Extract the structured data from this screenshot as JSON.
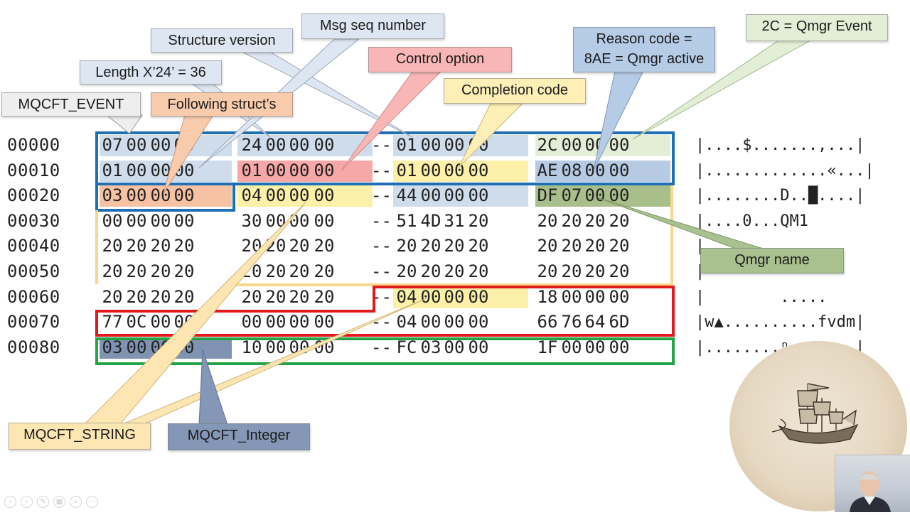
{
  "hex_dump": {
    "rows": [
      {
        "offset": "00000",
        "bytes": [
          "07",
          "00",
          "00",
          "00",
          "24",
          "00",
          "00",
          "00",
          "01",
          "00",
          "00",
          "00",
          "2C",
          "00",
          "00",
          "00"
        ],
        "ascii": "|....$.......,...|"
      },
      {
        "offset": "00010",
        "bytes": [
          "01",
          "00",
          "00",
          "00",
          "01",
          "00",
          "00",
          "00",
          "01",
          "00",
          "00",
          "00",
          "AE",
          "08",
          "00",
          "00"
        ],
        "ascii": "|.............«...|"
      },
      {
        "offset": "00020",
        "bytes": [
          "03",
          "00",
          "00",
          "00",
          "04",
          "00",
          "00",
          "00",
          "44",
          "00",
          "00",
          "00",
          "DF",
          "07",
          "00",
          "00"
        ],
        "ascii": "|........D..█....|"
      },
      {
        "offset": "00030",
        "bytes": [
          "00",
          "00",
          "00",
          "00",
          "30",
          "00",
          "00",
          "00",
          "51",
          "4D",
          "31",
          "20",
          "20",
          "20",
          "20",
          "20"
        ],
        "ascii": "|....0...QM1"
      },
      {
        "offset": "00040",
        "bytes": [
          "20",
          "20",
          "20",
          "20",
          "20",
          "20",
          "20",
          "20",
          "20",
          "20",
          "20",
          "20",
          "20",
          "20",
          "20",
          "20"
        ],
        "ascii": "|"
      },
      {
        "offset": "00050",
        "bytes": [
          "20",
          "20",
          "20",
          "20",
          "20",
          "20",
          "20",
          "20",
          "20",
          "20",
          "20",
          "20",
          "20",
          "20",
          "20",
          "20"
        ],
        "ascii": "|"
      },
      {
        "offset": "00060",
        "bytes": [
          "20",
          "20",
          "20",
          "20",
          "20",
          "20",
          "20",
          "20",
          "04",
          "00",
          "00",
          "00",
          "18",
          "00",
          "00",
          "00"
        ],
        "ascii": "|        ....."
      },
      {
        "offset": "00070",
        "bytes": [
          "77",
          "0C",
          "00",
          "00",
          "00",
          "00",
          "00",
          "00",
          "04",
          "00",
          "00",
          "00",
          "66",
          "76",
          "64",
          "6D"
        ],
        "ascii": "|w▲..........fvdm|"
      },
      {
        "offset": "00080",
        "bytes": [
          "03",
          "00",
          "00",
          "00",
          "10",
          "00",
          "00",
          "00",
          "FC",
          "03",
          "00",
          "00",
          "1F",
          "00",
          "00",
          "00"
        ],
        "ascii": "|........ⁿ.......|"
      }
    ],
    "separator": "--"
  },
  "callouts": [
    {
      "id": "mqcft-event",
      "text": "MQCFT_EVENT",
      "color": "#eeeeee"
    },
    {
      "id": "length",
      "text": "Length X’24’ = 36",
      "color": "#dde6f1"
    },
    {
      "id": "structure-version",
      "text": "Structure version",
      "color": "#dde6f1"
    },
    {
      "id": "msg-seq",
      "text": "Msg seq number",
      "color": "#dde6f1"
    },
    {
      "id": "following",
      "text": "Following struct’s",
      "color": "#f9cbad"
    },
    {
      "id": "control-option",
      "text": "Control option",
      "color": "#f8b7b6"
    },
    {
      "id": "completion-code",
      "text": "Completion code",
      "color": "#fdefb6"
    },
    {
      "id": "reason-code",
      "line1": "Reason code =",
      "line2": "8AE = Qmgr active",
      "color": "#b6cbe6"
    },
    {
      "id": "qmgr-event",
      "text": "2C = Qmgr Event",
      "color": "#e2efd6"
    },
    {
      "id": "qmgr-name",
      "text": "Qmgr name",
      "color": "#a9c08f"
    },
    {
      "id": "mqcft-string",
      "text": "MQCFT_STRING",
      "color": "#fde6b2"
    },
    {
      "id": "mqcft-integer",
      "text": "MQCFT_Integer",
      "color": "#8497b6"
    }
  ],
  "colors": {
    "blue_outline": "#1f6fb5",
    "red_outline": "#e11b1b",
    "green_outline": "#24a347",
    "yellow_outline": "#f8d98a",
    "shade_blue": "#cfdcec",
    "shade_salmon": "#f7c2a3",
    "shade_pink": "#f6a7a7",
    "shade_yellow": "#fdf0a8",
    "shade_green_pale": "#e4eed7",
    "shade_blue_mid": "#b7cae4",
    "shade_olive": "#a9bf8b",
    "shade_navy": "#8193b3"
  },
  "toolbar": {
    "icons": [
      "prev-slide-icon",
      "next-slide-icon",
      "pen-icon",
      "slides-grid-icon",
      "zoom-icon",
      "more-options-icon"
    ]
  }
}
